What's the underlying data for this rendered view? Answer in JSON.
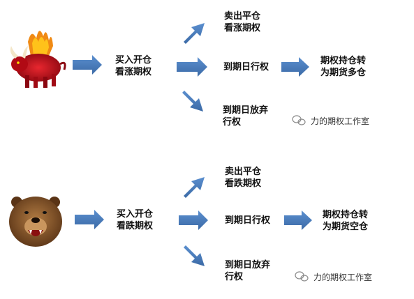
{
  "bull_flow": {
    "start": [
      "买入开仓",
      "看涨期权"
    ],
    "close": [
      "卖出平仓",
      "看涨期权"
    ],
    "exercise": "到期日行权",
    "result": [
      "期权持仓转",
      "为期货多仓"
    ],
    "abandon": [
      "到期日放弃",
      "行权"
    ]
  },
  "bear_flow": {
    "start": [
      "买入开仓",
      "看跌期权"
    ],
    "close": [
      "卖出平仓",
      "看跌期权"
    ],
    "exercise": "到期日行权",
    "result": [
      "期权持仓转",
      "为期货空仓"
    ],
    "abandon": [
      "到期日放弃",
      "行权"
    ]
  },
  "watermark": "力的期权工作室",
  "colors": {
    "arrow": "#4f81bd",
    "arrow_dark": "#3f6fa8",
    "bull": "#c8101a",
    "bear": "#7a4a22"
  }
}
